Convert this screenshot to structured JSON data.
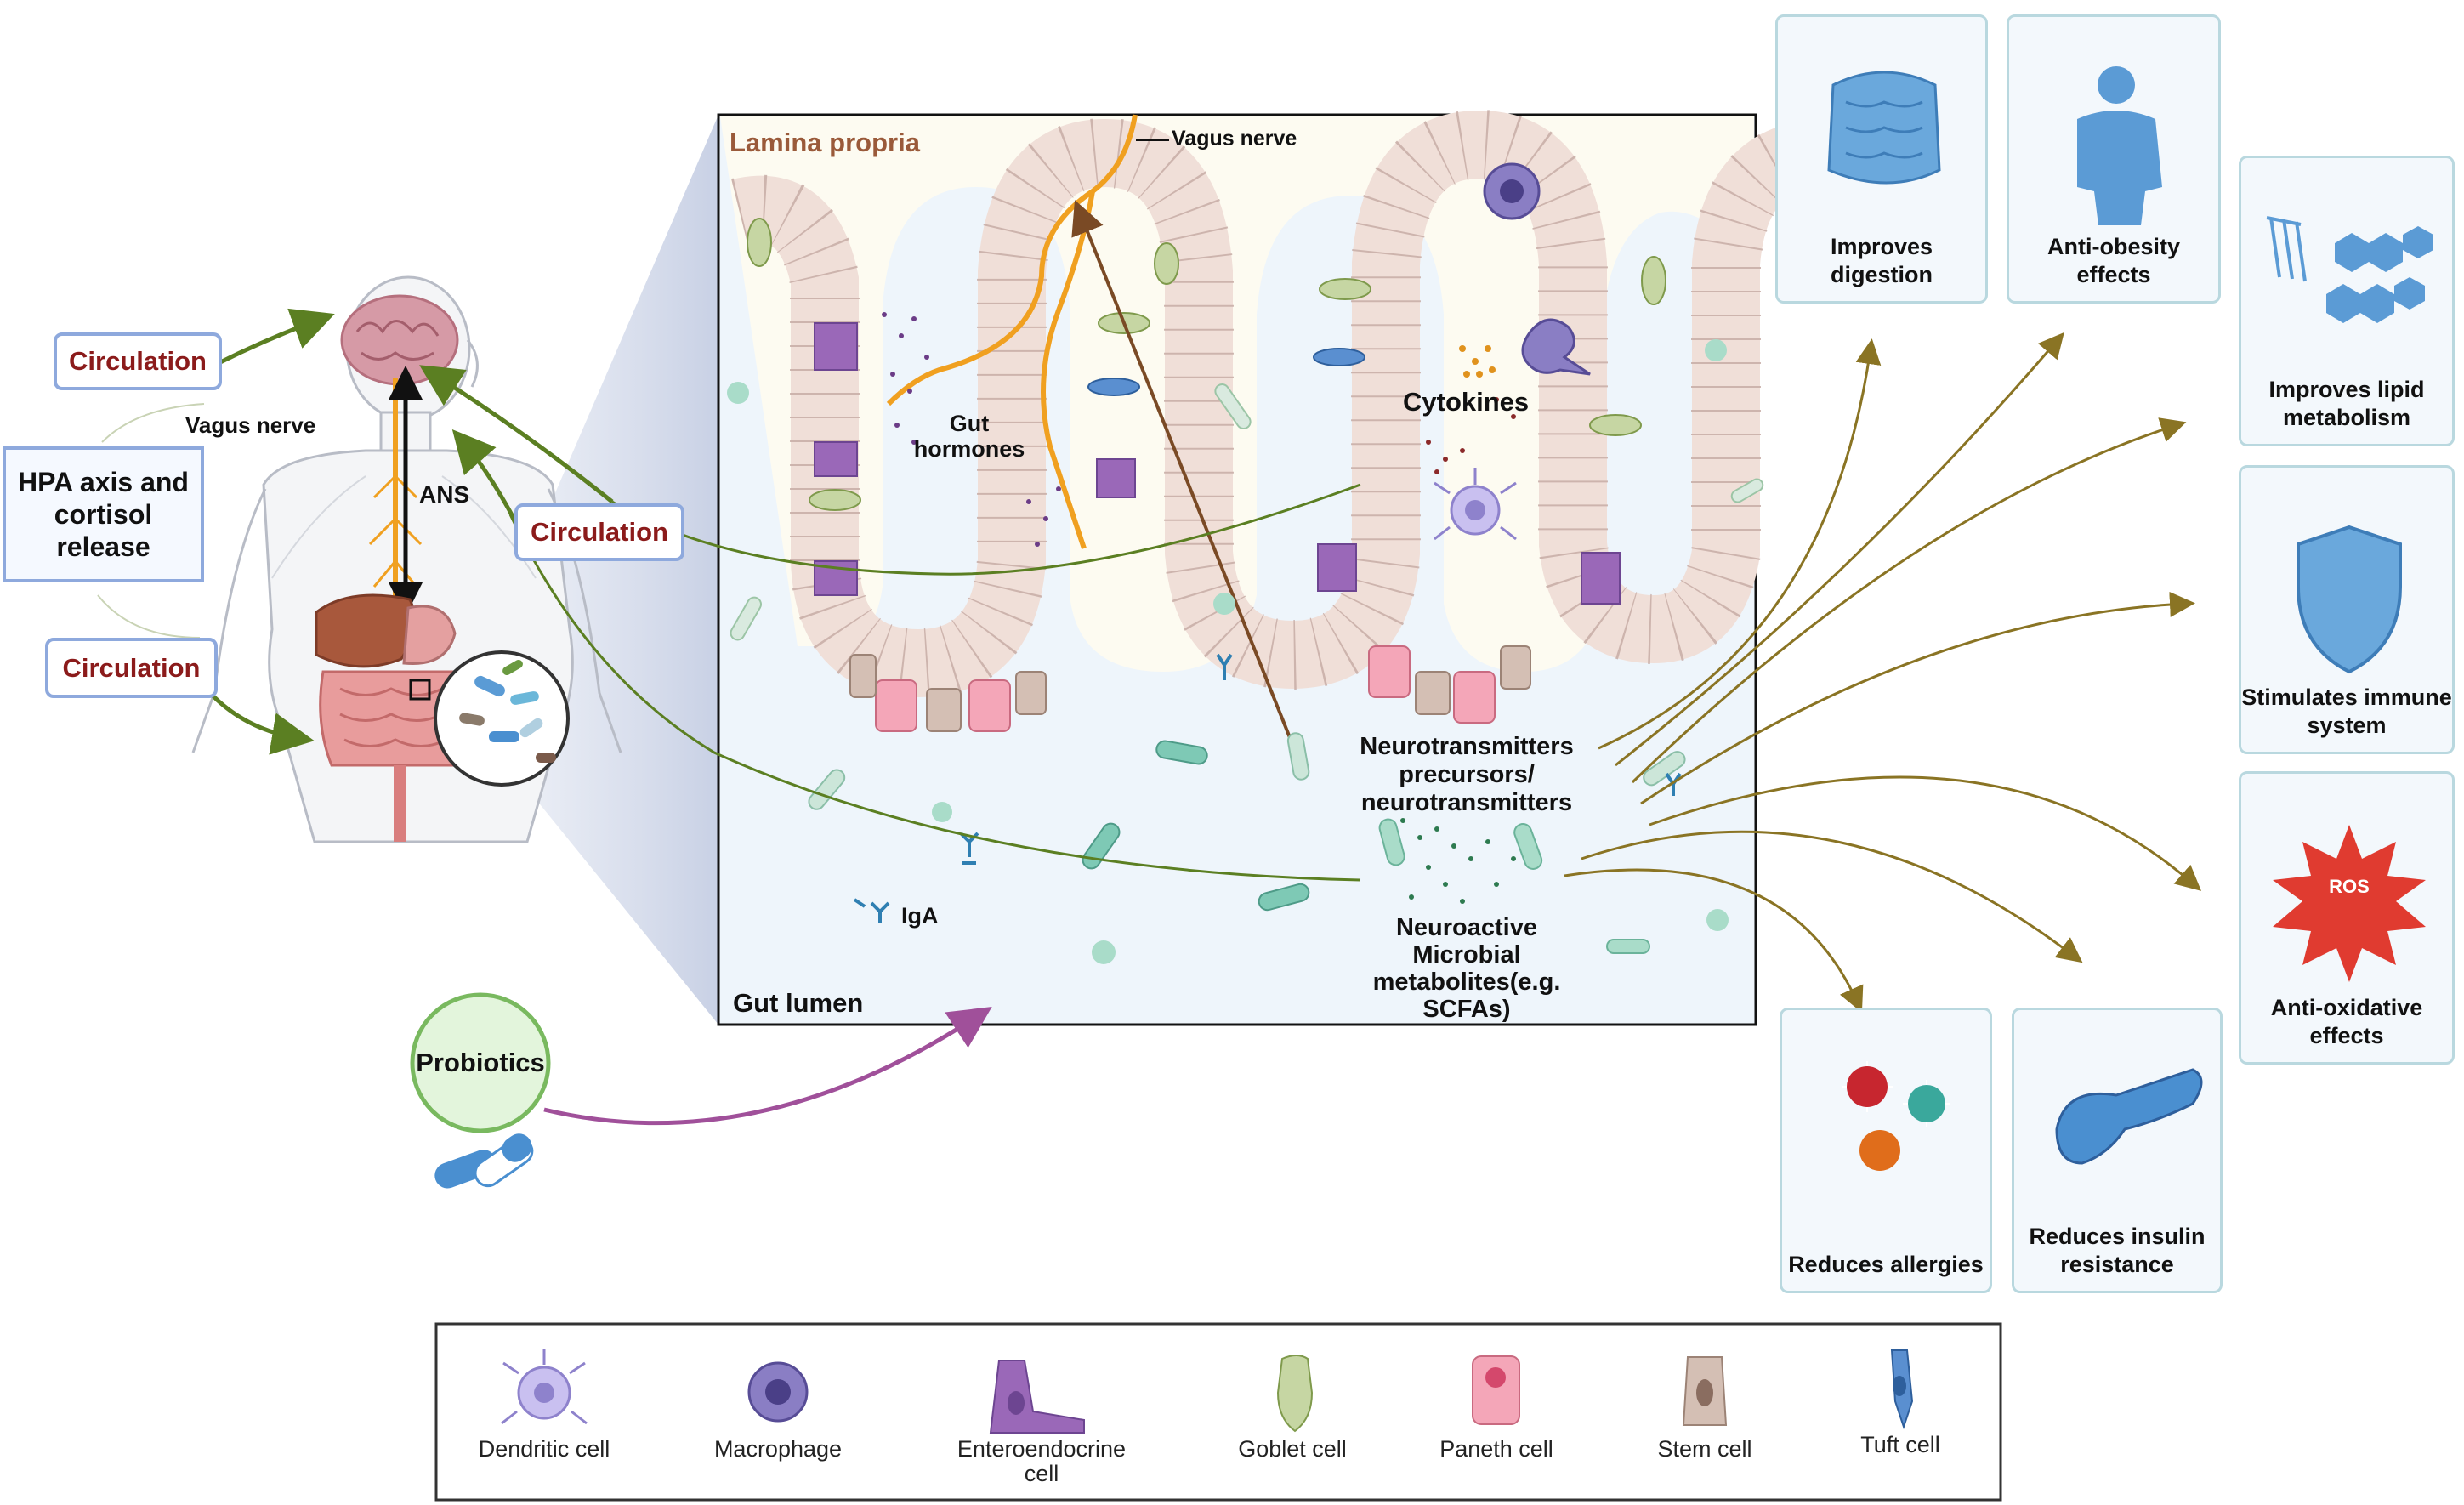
{
  "body_panel": {
    "circulation_top": "Circulation",
    "circulation_bottom": "Circulation",
    "hpa_text": "HPA axis and cortisol release",
    "vagus_nerve": "Vagus nerve",
    "ans": "ANS"
  },
  "circulation_mid": "Circulation",
  "probiotics": "Probiotics",
  "gut_panel": {
    "lamina_propria": "Lamina propria",
    "vagus_nerve": "Vagus nerve",
    "gut_hormones": "Gut hormones",
    "cytokines": "Cytokines",
    "neurotransmitters": "Neurotransmitters precursors/ neurotransmitters",
    "neuroactive": "Neuroactive Microbial metabolites(e.g. SCFAs)",
    "iga": "IgA",
    "gut_lumen": "Gut lumen"
  },
  "benefits": [
    {
      "id": "digestion",
      "label": "Improves digestion",
      "icon": "intestine-icon"
    },
    {
      "id": "anti-obesity",
      "label": "Anti-obesity effects",
      "icon": "body-icon"
    },
    {
      "id": "lipid",
      "label": "Improves lipid metabolism",
      "icon": "lipid-icon"
    },
    {
      "id": "immune",
      "label": "Stimulates immune system",
      "icon": "shield-icon"
    },
    {
      "id": "ros",
      "label": "Anti-oxidative effects",
      "icon": "ros-burst-icon",
      "badge": "ROS"
    },
    {
      "id": "insulin",
      "label": "Reduces insulin resistance",
      "icon": "pancreas-icon"
    },
    {
      "id": "allergies",
      "label": "Reduces allergies",
      "icon": "allergen-icon"
    }
  ],
  "legend": [
    {
      "label": "Dendritic cell",
      "icon": "dendritic-cell-icon"
    },
    {
      "label": "Macrophage",
      "icon": "macrophage-icon"
    },
    {
      "label": "Enteroendocrine cell",
      "icon": "enteroendocrine-cell-icon"
    },
    {
      "label": "Goblet cell",
      "icon": "goblet-cell-icon"
    },
    {
      "label": "Paneth cell",
      "icon": "paneth-cell-icon"
    },
    {
      "label": "Stem cell",
      "icon": "stem-cell-icon"
    },
    {
      "label": "Tuft cell",
      "icon": "tuft-cell-icon"
    }
  ],
  "colors": {
    "green_arrow": "#5b7f22",
    "olive_arrow": "#8a7424",
    "purple_arrow": "#a0509a",
    "brown_arrow": "#7a4a25",
    "nerve": "#f0a020",
    "lumen": "#eef5fb",
    "lamina": "#fdfbf1",
    "box_border": "#8ea9dd",
    "benefit_border": "#b9d8df"
  }
}
